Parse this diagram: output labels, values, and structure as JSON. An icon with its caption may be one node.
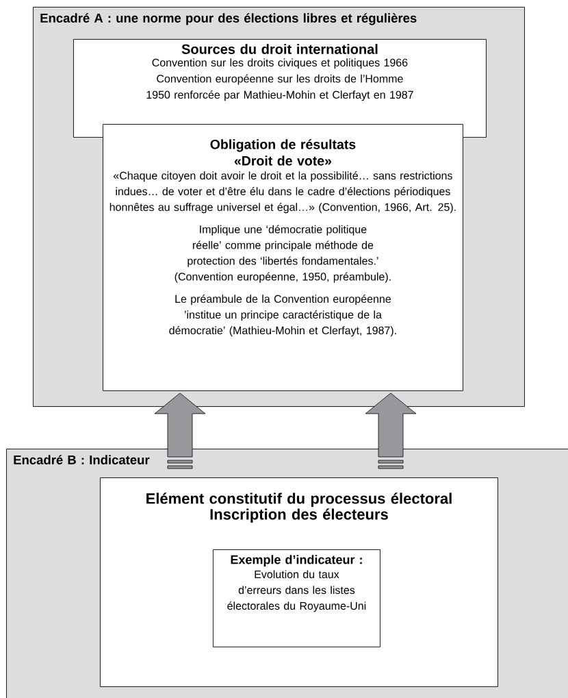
{
  "diagram": {
    "nodes": [
      {
        "text": [
          "Encadré A : une norme pour des élections libres et régulières"
        ]
      },
      {
        "text": [
          "Sources du droit international",
          "Convention sur les droits civiques et politiques 1966 Convention européenne sur les droits de l’Homme 1950 renforcée par Mathieu-Mohin et Clerfayt en 1987"
        ],
        "in": 0
      },
      {
        "text": [
          "Obligation de résultats «Droit de vote»",
          "«Chaque citoyen doit avoir le droit et la possibilité… sans restrictions indues… de voter et d’être élu dans le cadre d’élections périodiques honnêtes au suffrage universel et égal…» (Convention, 1966, Art. 25).",
          "Implique une ‘démocratie politique réelle’ comme principale méthode de protection des ‘libertés fondamentales.’ (Convention européenne, 1950, préambule).",
          "Le préambule de la Convention européenne ’institue un principe caractéristique de la démocratie’ (Mathieu-Mohin et Clerfayt, 1987)."
        ],
        "in": 0
      },
      {
        "text": [
          "Encadré B : Indicateur"
        ]
      },
      {
        "text": [
          "Elément constitutif du processus électoral",
          "Inscription des électeurs"
        ],
        "in": 3
      },
      {
        "text": [
          "Exemple d’indicateur :",
          "Evolution du taux d’erreurs dans les listes électorales du Royaume-Uni"
        ],
        "in": 4
      }
    ],
    "edges": [
      {
        "from": 3,
        "to": 2,
        "arrow": "to"
      },
      {
        "from": 3,
        "to": 2,
        "arrow": "to"
      }
    ]
  }
}
